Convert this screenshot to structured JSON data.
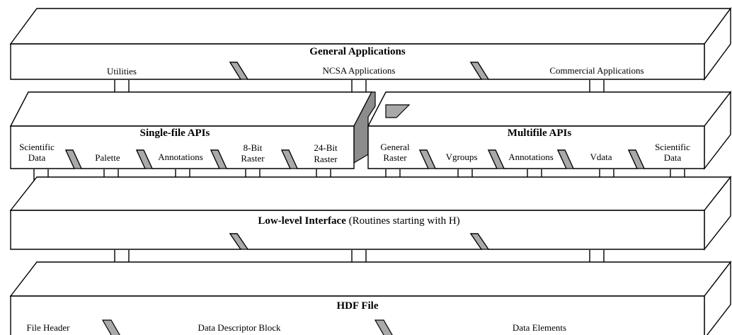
{
  "layers": {
    "general_applications": {
      "title": "General Applications",
      "items": [
        "Utilities",
        "NCSA Applications",
        "Commercial Applications"
      ]
    },
    "single_file_apis": {
      "title": "Single-file APIs",
      "items": [
        [
          "Scientific",
          "Data"
        ],
        [
          "Palette"
        ],
        [
          "Annotations"
        ],
        [
          "8-Bit",
          "Raster"
        ],
        [
          "24-Bit",
          "Raster"
        ]
      ]
    },
    "multifile_apis": {
      "title": "Multifile APIs",
      "items": [
        [
          "General",
          "Raster"
        ],
        [
          "Vgroups"
        ],
        [
          "Annotations"
        ],
        [
          "Vdata"
        ],
        [
          "Scientific",
          "Data"
        ]
      ]
    },
    "low_level": {
      "title_bold": "Low-level Interface",
      "title_rest": " (Routines starting with H)"
    },
    "hdf_file": {
      "title": "HDF File",
      "items": [
        "File Header",
        "Data Descriptor Block",
        "Data Elements"
      ]
    }
  },
  "colors": {
    "shade": "#a9a9a9",
    "dark_shade": "#8c8c8c",
    "stroke": "#000000"
  }
}
